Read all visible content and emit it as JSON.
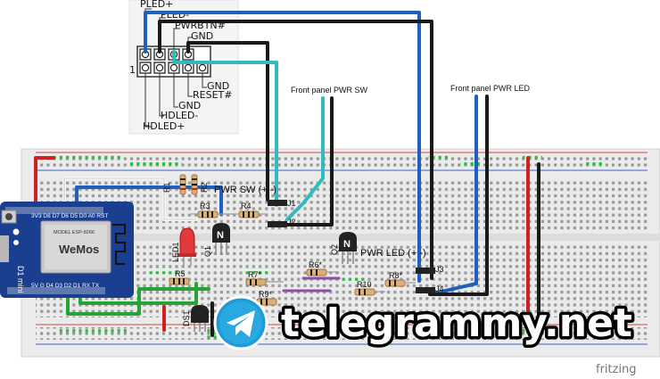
{
  "header": {
    "pins_top": [
      "PLED+",
      "PLED-",
      "PWRBTN#",
      "GND"
    ],
    "pins_bottom": [
      "GND",
      "RESET#",
      "GND",
      "HDLED-",
      "HDLED+"
    ],
    "pin1": "1"
  },
  "labels": {
    "front_pwr_sw": "Front panel PWR SW",
    "front_pwr_led": "Front panel PWR LED",
    "pwr_sw": "PWR SW (+ -)",
    "pwr_led": "PWR LED (+ -)",
    "fritzing": "fritzing"
  },
  "components": {
    "r1": "R1",
    "r2": "R2",
    "r3": "R3",
    "r4": "R4",
    "r5": "R5",
    "r6": "R6*",
    "r7": "R7*",
    "r8": "R8*",
    "r9": "R9*",
    "r10": "R10",
    "led1": "LED1",
    "q1": "Q1",
    "q2": "Q2",
    "ds1": "DS1",
    "j1": "J1",
    "j2": "J2",
    "j3": "J3",
    "j4": "J4",
    "q_mark": "N"
  },
  "board": {
    "top_pins": "3V3 D8 D7 D6 D5 D0 A0 RST",
    "bottom_pins": "5V G D4 D3 D2 D1 RX TX",
    "model": "MODEL ESP-8266",
    "name": "D1 mini",
    "brand": "WeMos"
  },
  "watermark": {
    "text": "telegrammy.net"
  },
  "colors": {
    "wire_blue": "#1f5fbf",
    "wire_black": "#1a1a1a",
    "wire_cyan": "#2fbcc0",
    "wire_red": "#cc2222",
    "wire_green": "#27a33a",
    "wire_white": "#f4f4f4",
    "board": "#1b3f8f",
    "breadboard": "#ebebeb"
  }
}
